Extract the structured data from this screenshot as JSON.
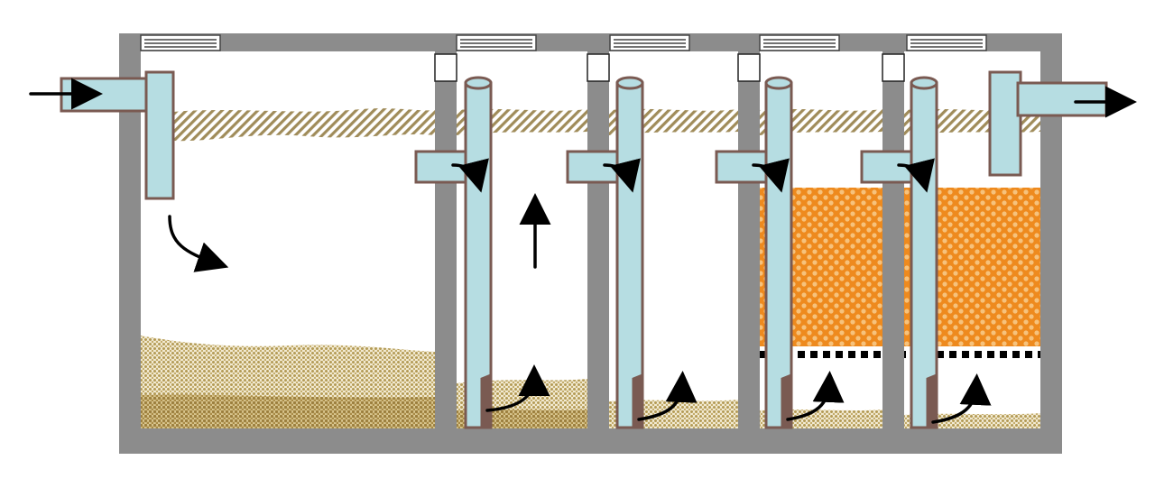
{
  "diagram": {
    "type": "septic-tank-cross-section",
    "chambers": [
      {
        "id": "settling",
        "contents": [
          "scum-layer",
          "sludge-layer"
        ]
      },
      {
        "id": "upflow-1",
        "contents": [
          "scum-layer",
          "sludge-layer"
        ]
      },
      {
        "id": "upflow-2",
        "contents": [
          "scum-layer",
          "sludge-layer"
        ]
      },
      {
        "id": "filter-1",
        "contents": [
          "scum-layer",
          "filter-media",
          "support-grid",
          "sludge-layer"
        ]
      },
      {
        "id": "filter-2",
        "contents": [
          "scum-layer",
          "filter-media",
          "support-grid",
          "sludge-layer"
        ]
      }
    ],
    "flow": "left-to-right",
    "icons": [
      "inlet-arrow-icon",
      "outlet-arrow-icon",
      "flow-arrow-icon"
    ],
    "colors": {
      "wall": "#8c8c8c",
      "pipe_fill": "#b6dde2",
      "pipe_stroke": "#7a5a52",
      "scum": "#a08c5a",
      "sludge": "#b39a55",
      "sludge_dark": "#9c7f3e",
      "media": "#ee8a1e",
      "media_dot": "#f6c27c",
      "grid": "#000000",
      "arrow": "#000000",
      "background": "#ffffff"
    }
  }
}
